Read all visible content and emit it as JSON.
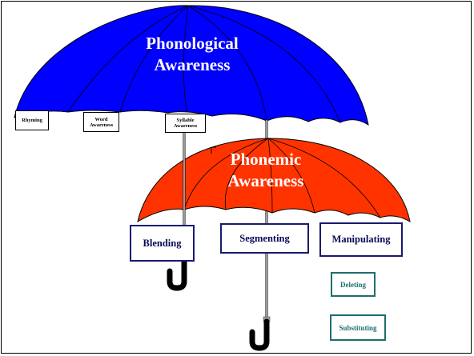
{
  "diagram": {
    "outer_umbrella": {
      "title_line1": "Phonological",
      "title_line2": "Awareness",
      "color": "#0000ff",
      "labels": {
        "rhyming": "Rhyming",
        "word_line1": "Word",
        "word_line2": "Awareness",
        "syllable_line1": "Syllable",
        "syllable_line2": "Awareness"
      }
    },
    "inner_umbrella": {
      "title_line1": "Phonemic",
      "title_line2": "Awareness",
      "color": "#ff3300",
      "labels": {
        "blending": "Blending",
        "segmenting": "Segmenting",
        "manipulating": "Manipulating"
      }
    },
    "manipulating_types": {
      "deleting": "Deleting",
      "substituting": "Substituting"
    }
  }
}
